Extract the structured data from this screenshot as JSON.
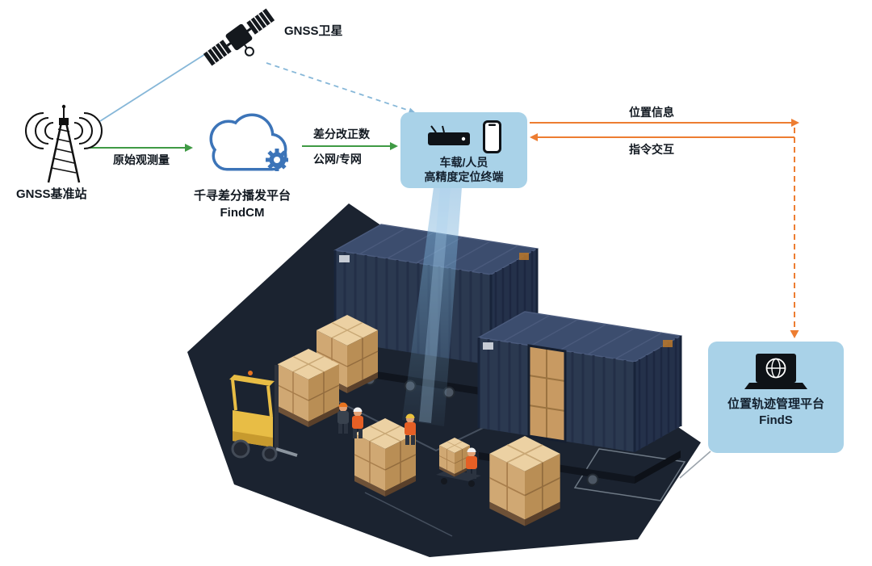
{
  "diagram": {
    "satellite": {
      "label": "GNSS卫星"
    },
    "base_station": {
      "label": "GNSS基准站"
    },
    "cloud_platform": {
      "name": "千寻差分播发平台",
      "product": "FindCM"
    },
    "link_station_to_cloud": {
      "label": "原始观测量"
    },
    "link_cloud_to_terminal": {
      "label_line1": "差分改正数",
      "label_line2": "公网/专网"
    },
    "terminal": {
      "label_line1": "车载/人员",
      "label_line2": "高精度定位终端"
    },
    "link_terminal_to_platform": {
      "label": "位置信息"
    },
    "link_platform_to_terminal": {
      "label": "指令交互"
    },
    "management_platform": {
      "name": "位置轨迹管理平台",
      "product": "FindS"
    }
  },
  "icons": [
    "gnss-satellite-icon",
    "radio-tower-icon",
    "cloud-gear-icon",
    "receiver-device-icon",
    "smartphone-icon",
    "laptop-globe-icon"
  ],
  "colors": {
    "panel_blue": "#a9d2e8",
    "arrow_green": "#3f9a44",
    "arrow_orange": "#ed7d31",
    "link_blue": "#86b7d8",
    "text_dark": "#111820",
    "cloud_blue": "#3c74b8",
    "platform_dark": "#1b2330",
    "container_navy": "#2b3950",
    "carton_tan": "#d0a873",
    "forklift_yellow": "#e8bd45"
  }
}
